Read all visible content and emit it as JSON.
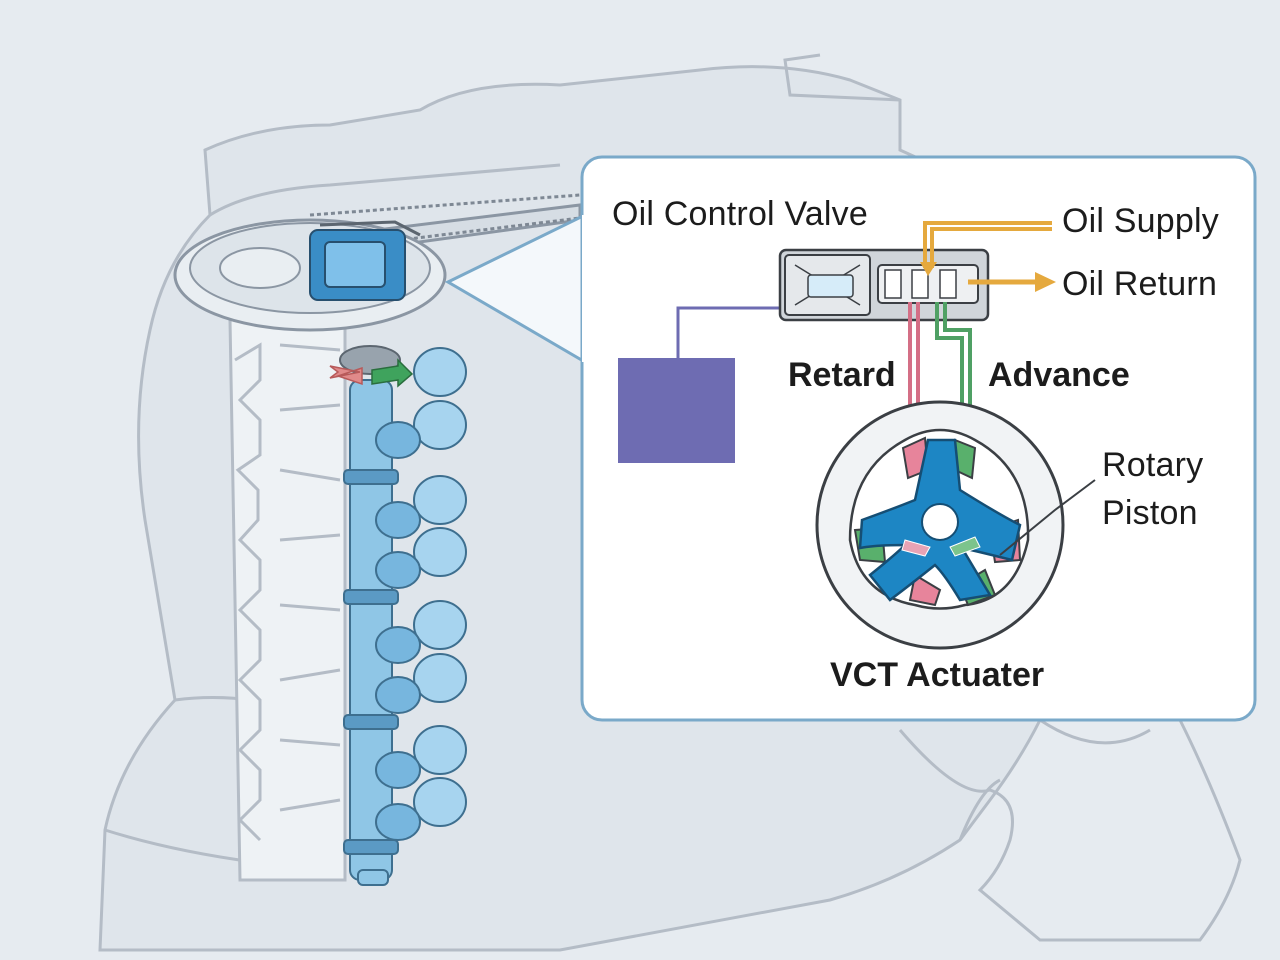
{
  "labels": {
    "oil_control_valve": "Oil Control Valve",
    "oil_supply": "Oil Supply",
    "oil_return": "Oil Return",
    "retard": "Retard",
    "advance": "Advance",
    "rotary_piston_line1": "Rotary",
    "rotary_piston_line2": "Piston",
    "vct_actuater": "VCT Actuater"
  },
  "colors": {
    "background": "#e6ebf0",
    "engine_line": "#b4bcc6",
    "camshaft_blue": "#8fc6e6",
    "callout_border": "#7aa9c9",
    "oil_supply": "#e5a93e",
    "retard": "#d46f86",
    "advance": "#4fa064",
    "ecu_block": "#6e6cb2",
    "rotor_blue": "#1d86c4"
  }
}
